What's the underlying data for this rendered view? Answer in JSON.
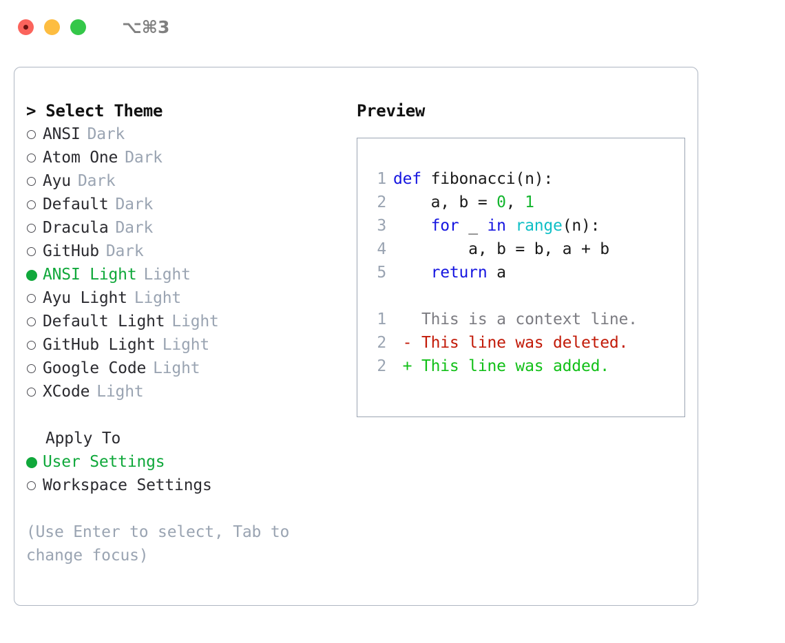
{
  "titlebar": {
    "shortcut": "⌥⌘3",
    "lights": [
      "close-red",
      "minimize-yellow",
      "maximize-green"
    ]
  },
  "theme_picker": {
    "heading": "> Select Theme",
    "heading_caret": ">",
    "heading_text": "Select Theme",
    "accent_color": "#10a83b",
    "muted_color": "#9aa4b2",
    "items": [
      {
        "name": "ANSI",
        "tag": "Dark",
        "selected": false
      },
      {
        "name": "Atom One",
        "tag": "Dark",
        "selected": false
      },
      {
        "name": "Ayu",
        "tag": "Dark",
        "selected": false
      },
      {
        "name": "Default",
        "tag": "Dark",
        "selected": false
      },
      {
        "name": "Dracula",
        "tag": "Dark",
        "selected": false
      },
      {
        "name": "GitHub",
        "tag": "Dark",
        "selected": false
      },
      {
        "name": "ANSI Light",
        "tag": "Light",
        "selected": true
      },
      {
        "name": "Ayu Light",
        "tag": "Light",
        "selected": false
      },
      {
        "name": "Default Light",
        "tag": "Light",
        "selected": false
      },
      {
        "name": "GitHub Light",
        "tag": "Light",
        "selected": false
      },
      {
        "name": "Google Code",
        "tag": "Light",
        "selected": false
      },
      {
        "name": "XCode",
        "tag": "Light",
        "selected": false
      }
    ]
  },
  "apply_to": {
    "heading": "Apply To",
    "items": [
      {
        "name": "User Settings",
        "selected": true
      },
      {
        "name": "Workspace Settings",
        "selected": false
      }
    ]
  },
  "hint": {
    "line1": "(Use Enter to select, Tab to",
    "line2": "change focus)",
    "full": "(Use Enter to select, Tab to change focus)"
  },
  "preview": {
    "title": "Preview",
    "code_lines": [
      {
        "num": "1",
        "tokens": [
          {
            "t": "def",
            "c": "kw"
          },
          {
            "t": " fibonacci(n):",
            "c": "plain"
          }
        ]
      },
      {
        "num": "2",
        "tokens": [
          {
            "t": "    a, b = ",
            "c": "plain"
          },
          {
            "t": "0",
            "c": "num"
          },
          {
            "t": ", ",
            "c": "plain"
          },
          {
            "t": "1",
            "c": "num"
          }
        ]
      },
      {
        "num": "3",
        "tokens": [
          {
            "t": "    ",
            "c": "plain"
          },
          {
            "t": "for",
            "c": "kw"
          },
          {
            "t": " _ ",
            "c": "plain"
          },
          {
            "t": "in",
            "c": "kw"
          },
          {
            "t": " ",
            "c": "plain"
          },
          {
            "t": "range",
            "c": "fn"
          },
          {
            "t": "(n):",
            "c": "plain"
          }
        ]
      },
      {
        "num": "4",
        "tokens": [
          {
            "t": "        a, b = b, a + b",
            "c": "plain"
          }
        ]
      },
      {
        "num": "5",
        "tokens": [
          {
            "t": "    ",
            "c": "plain"
          },
          {
            "t": "return",
            "c": "kw"
          },
          {
            "t": " a",
            "c": "plain"
          }
        ]
      }
    ],
    "diff_lines": [
      {
        "num": "1",
        "marker": " ",
        "text": " This is a context line.",
        "kind": "context"
      },
      {
        "num": "2",
        "marker": "-",
        "text": " This line was deleted.",
        "kind": "deleted"
      },
      {
        "num": "2",
        "marker": "+",
        "text": " This line was added.",
        "kind": "added"
      }
    ],
    "colors": {
      "keyword": "#1515e0",
      "function": "#0fbfc6",
      "number": "#12b52d",
      "context": "#7c7c82",
      "deleted": "#c21a08",
      "added": "#12c018",
      "line_number": "#9aa4b2"
    }
  }
}
